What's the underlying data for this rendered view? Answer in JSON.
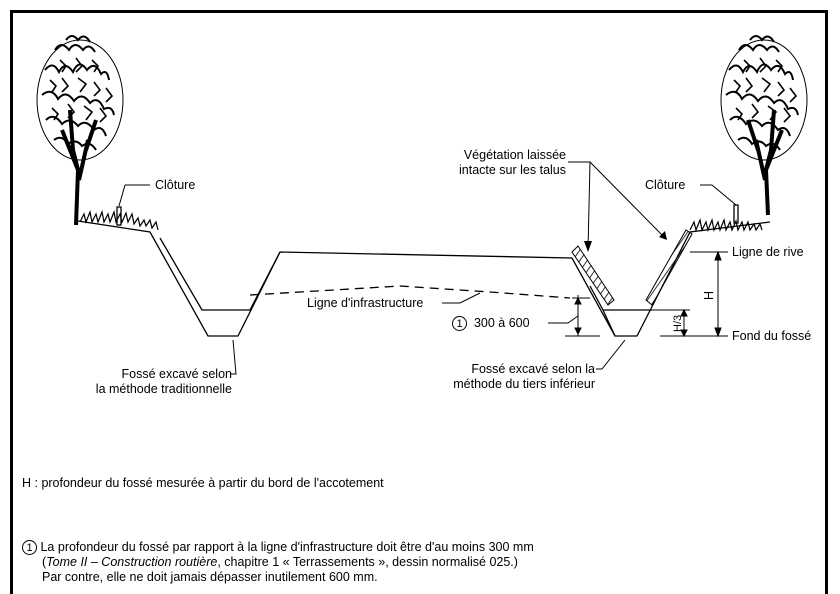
{
  "labels": {
    "cloture_left": "Clôture",
    "cloture_right": "Clôture",
    "vegetation_line1": "Végétation laissée",
    "vegetation_line2": "intacte sur les talus",
    "ligne_de_rive": "Ligne de rive",
    "ligne_infrastructure": "Ligne d'infrastructure",
    "fond_du_fosse": "Fond du fossé",
    "depth_range_marker": "1",
    "depth_range": "300 à 600",
    "dim_h": "H",
    "dim_h3": "H/3",
    "fosse_trad_line1": "Fossé excavé selon",
    "fosse_trad_line2": "la méthode traditionnelle",
    "fosse_tiers_line1": "Fossé excavé selon la",
    "fosse_tiers_line2": "méthode du tiers inférieur"
  },
  "notes": {
    "h_definition": "H : profondeur du fossé mesurée à partir du bord de l'accotement",
    "note1_marker": "1",
    "note1_line1": "La profondeur du fossé par rapport à la ligne d'infrastructure doit être d'au moins 300 mm",
    "note1_line2_open": "(",
    "note1_line2_italic": "Tome II – Construction routière",
    "note1_line2_rest": ", chapitre 1 « Terrassements », dessin normalisé 025.)",
    "note1_line3": "Par contre, elle ne doit jamais dépasser inutilement 600 mm."
  }
}
